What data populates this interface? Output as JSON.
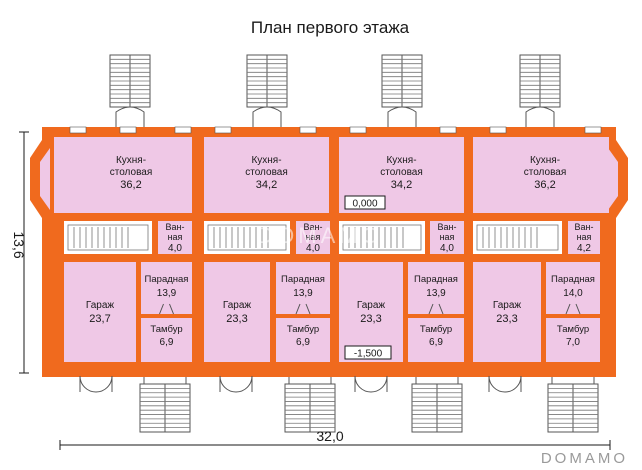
{
  "title": "План первого этажа",
  "dimensions": {
    "height": "13,6",
    "width": "32,0"
  },
  "levels": {
    "floor": "0,000",
    "garage": "-1,500"
  },
  "watermark": "DOMAMO",
  "units": [
    {
      "kitchen": {
        "name": "Кухня-",
        "name2": "столовая",
        "area": "36,2"
      },
      "bath": {
        "name": "Ван-",
        "name2": "ная",
        "area": "4,0"
      },
      "garage": {
        "name": "Гараж",
        "area": "23,7"
      },
      "hall": {
        "name": "Парадная",
        "area": "13,9"
      },
      "vestibule": {
        "name": "Тамбур",
        "area": "6,9"
      }
    },
    {
      "kitchen": {
        "name": "Кухня-",
        "name2": "столовая",
        "area": "34,2"
      },
      "bath": {
        "name": "Ван-",
        "name2": "ная",
        "area": "4,0"
      },
      "garage": {
        "name": "Гараж",
        "area": "23,3"
      },
      "hall": {
        "name": "Парадная",
        "area": "13,9"
      },
      "vestibule": {
        "name": "Тамбур",
        "area": "6,9"
      }
    },
    {
      "kitchen": {
        "name": "Кухня-",
        "name2": "столовая",
        "area": "34,2"
      },
      "bath": {
        "name": "Ван-",
        "name2": "ная",
        "area": "4,0"
      },
      "garage": {
        "name": "Гараж",
        "area": "23,3"
      },
      "hall": {
        "name": "Парадная",
        "area": "13,9"
      },
      "vestibule": {
        "name": "Тамбур",
        "area": "6,9"
      }
    },
    {
      "kitchen": {
        "name": "Кухня-",
        "name2": "столовая",
        "area": "36,2"
      },
      "bath": {
        "name": "Ван-",
        "name2": "ная",
        "area": "4,2"
      },
      "garage": {
        "name": "Гараж",
        "area": "23,3"
      },
      "hall": {
        "name": "Парадная",
        "area": "14,0"
      },
      "vestibule": {
        "name": "Тамбур",
        "area": "7,0"
      }
    }
  ],
  "colors": {
    "wall": "#f06a1e",
    "room": "#efc8e6",
    "stair": "#ffffff",
    "text": "#1a1a1a"
  }
}
